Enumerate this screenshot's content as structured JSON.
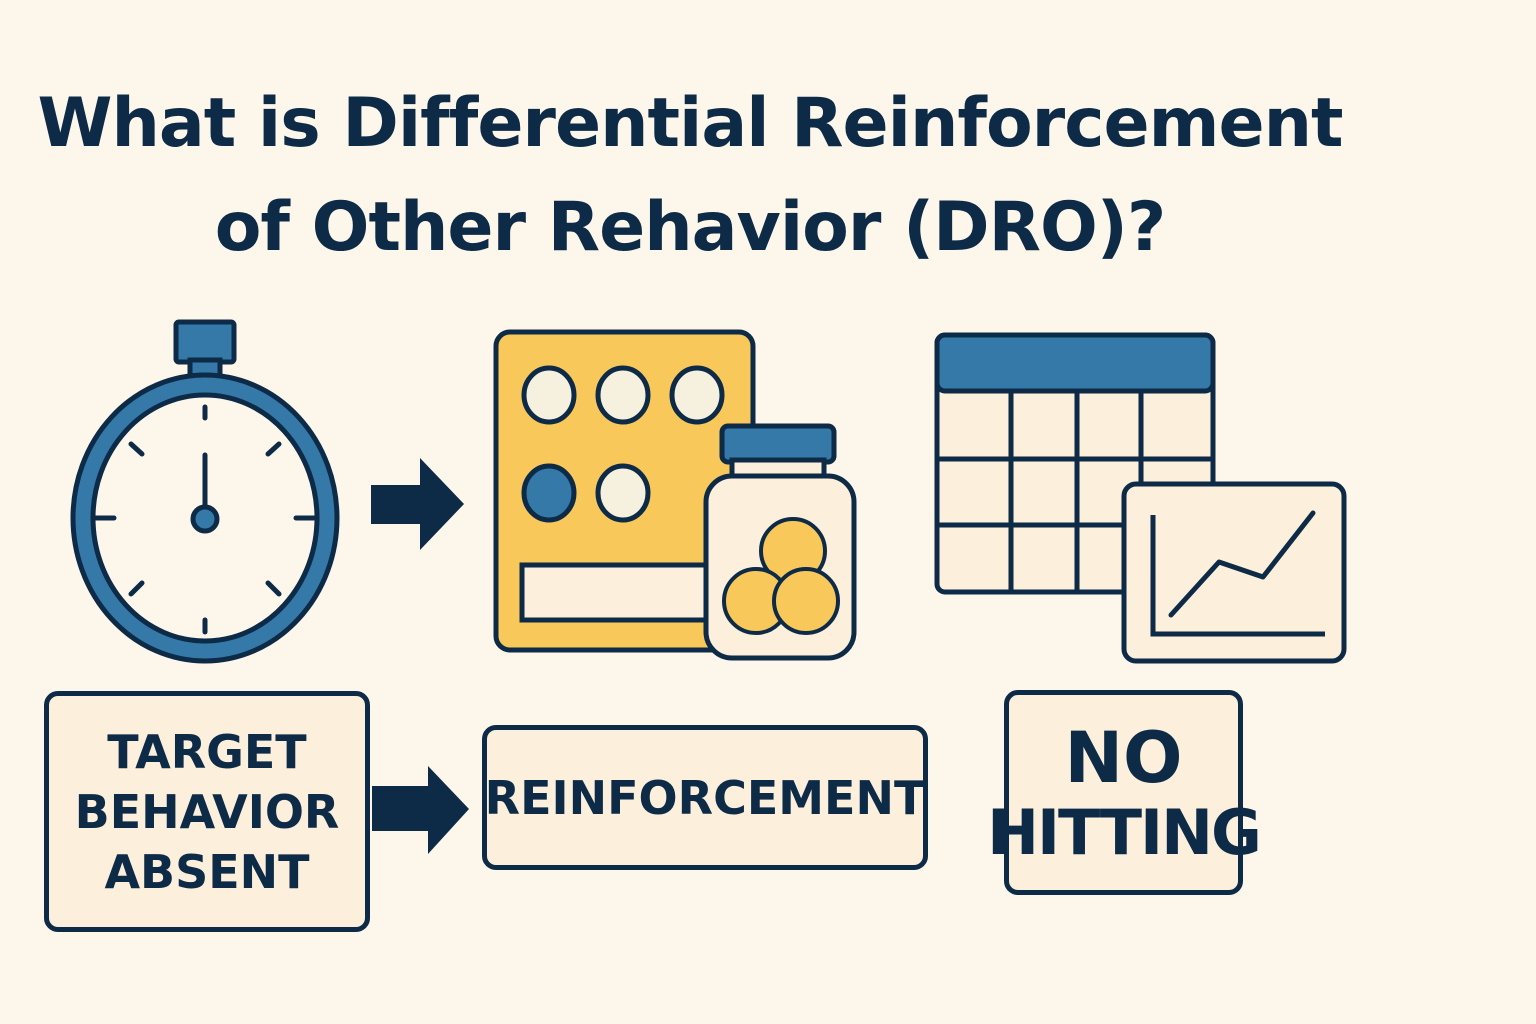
{
  "title": {
    "line1": "What is Differential Reinforcement",
    "line2": "of Other Rehavior (DRO)?"
  },
  "boxes": {
    "target": [
      "TARGET",
      "BEHAVIOR",
      "ABSENT"
    ],
    "reinforcement": "REINFORCEMENT",
    "no_hitting": [
      "NO",
      "HITTING"
    ]
  },
  "icons": [
    "stopwatch-icon",
    "arrow-right-icon",
    "token-board-icon",
    "jar-icon",
    "calendar-icon",
    "line-graph-icon"
  ],
  "colors": {
    "background": "#fdf6ea",
    "navy": "#0d2a47",
    "blue": "#3479a8",
    "yellow": "#f8c85a",
    "cream": "#fcefdc"
  }
}
